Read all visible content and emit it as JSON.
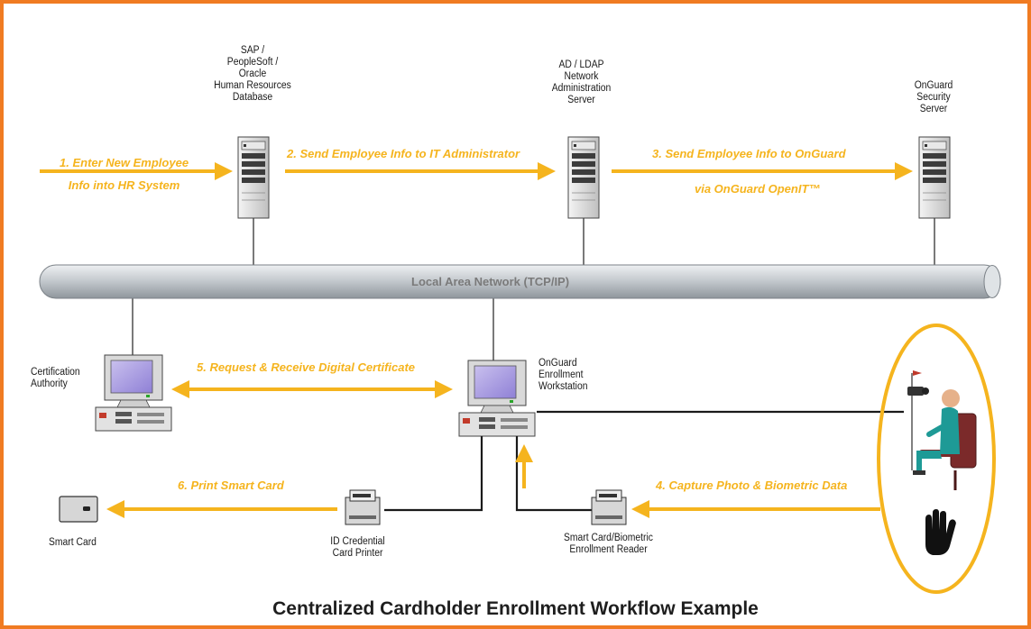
{
  "diagram": {
    "title": "Centralized Cardholder Enrollment Workflow Example",
    "network_label": "Local Area Network (TCP/IP)",
    "nodes": {
      "hr_database": [
        "SAP /",
        "PeopleSoft /",
        "Oracle",
        "Human Resources",
        "Database"
      ],
      "ldap_server": [
        "AD / LDAP",
        "Network",
        "Administration",
        "Server"
      ],
      "onguard_server": [
        "OnGuard",
        "Security",
        "Server"
      ],
      "cert_authority": [
        "Certification",
        "Authority"
      ],
      "enrollment_workstation": [
        "OnGuard",
        "Enrollment",
        "Workstation"
      ],
      "smart_card": [
        "Smart Card"
      ],
      "card_printer": [
        "ID Credential",
        "Card Printer"
      ],
      "enrollment_reader": [
        "Smart Card/Biometric",
        "Enrollment Reader"
      ]
    },
    "steps": {
      "step1_line1": "1. Enter New Employee",
      "step1_line2": "Info into HR System",
      "step2": "2. Send Employee Info to IT Administrator",
      "step3_line1": "3. Send Employee Info to OnGuard",
      "step3_line2": "via OnGuard OpenIT™",
      "step4": "4. Capture Photo & Biometric Data",
      "step5": "5. Request & Receive Digital Certificate",
      "step6": "6. Print Smart Card"
    },
    "colors": {
      "border": "#f07b22",
      "arrow": "#f5b41e",
      "lan": "#c9ced3",
      "title": "#1e1e1e"
    }
  }
}
